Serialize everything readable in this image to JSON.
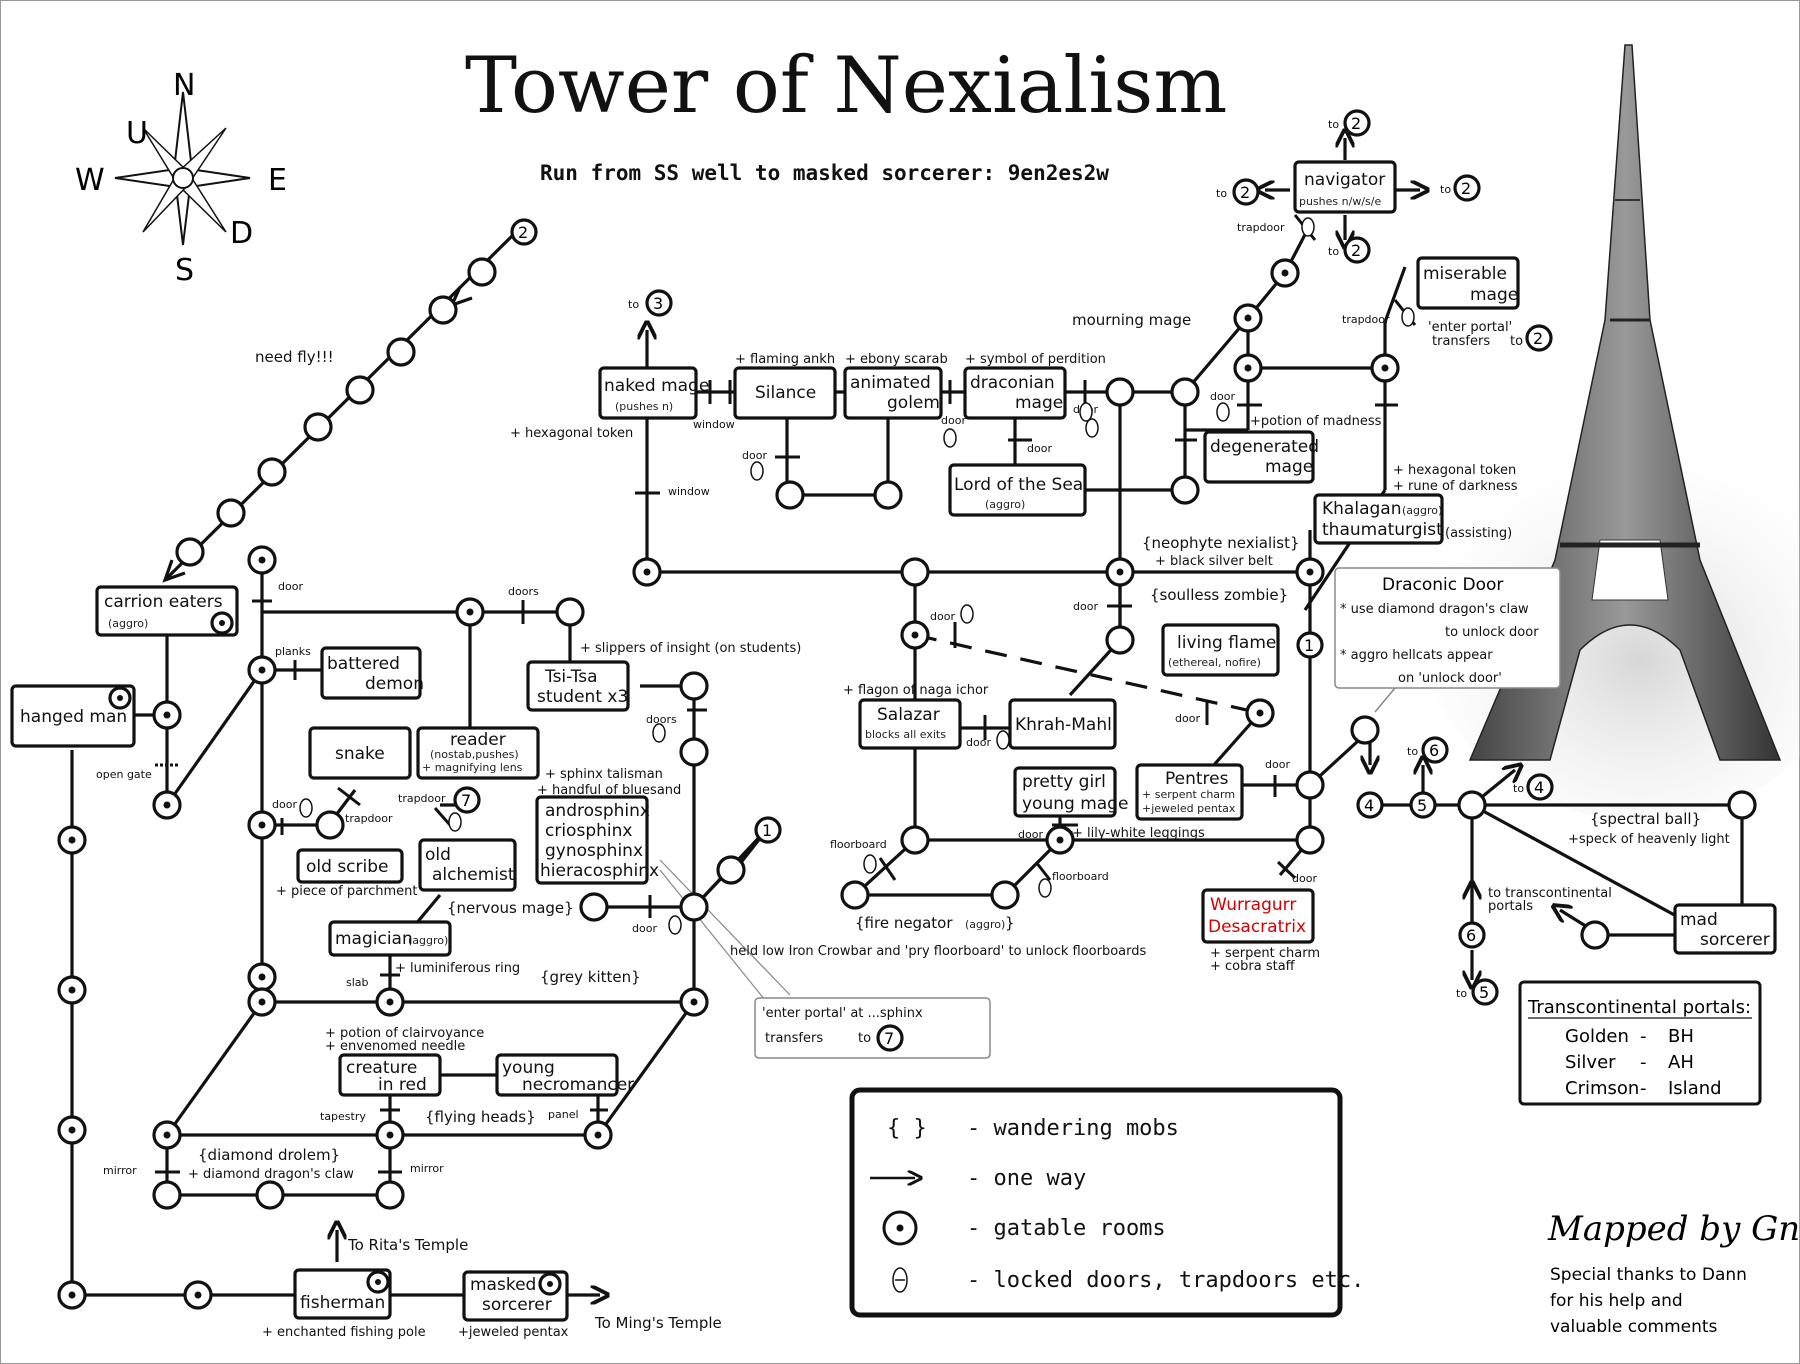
{
  "title": "Tower of Nexialism",
  "subtitle": "Run from SS well to masked sorcerer: 9en2es2w",
  "compass": {
    "n": "N",
    "s": "S",
    "e": "E",
    "w": "W",
    "u": "U",
    "d": "D"
  },
  "rooms": {
    "navigator": {
      "label": "navigator",
      "sub": "pushes n/w/s/e"
    },
    "miserable_mage": {
      "label1": "miserable",
      "label2": "mage"
    },
    "naked_mage": {
      "label": "naked mage",
      "sub": "(pushes n)"
    },
    "silance": {
      "label": "Silance"
    },
    "animated_golem": {
      "label1": "animated",
      "label2": "golem"
    },
    "draconian_mage": {
      "label1": "draconian",
      "label2": "mage"
    },
    "lord_of_the_sea": {
      "label": "Lord of the Sea",
      "sub": "(aggro)"
    },
    "degenerated_mage": {
      "label1": "degenerated",
      "label2": "mage"
    },
    "khalagan": {
      "label1": "Khalagan",
      "sub": "(aggro)",
      "label2": "thaumaturgist"
    },
    "carrion_eaters": {
      "label": "carrion eaters",
      "sub": "(aggro)"
    },
    "hanged_man": {
      "label": "hanged man"
    },
    "battered_demon": {
      "label1": "battered",
      "label2": "demon"
    },
    "tsi_tsa": {
      "label1": "Tsi-Tsa",
      "label2": "student x3"
    },
    "snake": {
      "label": "snake"
    },
    "reader": {
      "label": "reader",
      "sub1": "(nostab,pushes)",
      "sub2": "+ magnifying lens"
    },
    "old_scribe": {
      "label": "old scribe"
    },
    "old_alchemist": {
      "label1": "old",
      "label2": "alchemist"
    },
    "sphinxes": {
      "l1": "androsphinx",
      "l2": "criosphinx",
      "l3": "gynosphinx",
      "l4": "hieracosphinx"
    },
    "magician": {
      "label": "magician",
      "sub": "(aggro)"
    },
    "creature_in_red": {
      "label1": "creature",
      "label2": "in red"
    },
    "young_necromancer": {
      "label1": "young",
      "label2": "necromancer"
    },
    "fisherman": {
      "label": "fisherman"
    },
    "masked_sorcerer": {
      "label1": "masked",
      "label2": "sorcerer"
    },
    "living_flame": {
      "label": "living flame",
      "sub": "(ethereal, nofire)"
    },
    "salazar": {
      "label": "Salazar",
      "sub": "blocks all exits"
    },
    "khrah_mahl": {
      "label": "Khrah-Mahl"
    },
    "pretty_girl": {
      "label1": "pretty girl",
      "label2": "young mage"
    },
    "pentres": {
      "label": "Pentres",
      "sub1": "+ serpent charm",
      "sub2": "+jeweled pentax"
    },
    "wurragurr": {
      "label1": "Wurragurr",
      "label2": "Desacratrix",
      "color": "#d40000"
    },
    "mad_sorcerer": {
      "label1": "mad",
      "label2": "sorcerer"
    }
  },
  "notes": {
    "need_fly": "need fly!!!",
    "mourning_mage": "mourning mage",
    "flaming_ankh": "+ flaming ankh",
    "ebony_scarab": "+ ebony scarab",
    "symbol_perdition": "+ symbol of perdition",
    "hexagonal_token": "+ hexagonal token",
    "potion_madness": "+potion of madness",
    "hex_token2": "+ hexagonal token",
    "rune_darkness": "+ rune of darkness",
    "assisting": "(assisting)",
    "enter_portal_a": "'enter portal'",
    "enter_portal_b": "transfers",
    "enter_portal_c": "to",
    "neophyte": "{neophyte nexialist}",
    "black_belt": "+ black silver belt",
    "soulless": "{soulless zombie}",
    "slippers": "+ slippers of insight (on students)",
    "flagon": "+ flagon of naga ichor",
    "sphinx_talisman": "+ sphinx talisman",
    "bluesand": "+ handful of bluesand",
    "parchment": "+ piece of parchment",
    "nervous_mage": "{nervous mage}",
    "luminiferous": "+ luminiferous ring",
    "grey_kitten": "{grey kitten}",
    "crowbar": "held low Iron Crowbar and 'pry floorboard' to unlock floorboards",
    "lily_leggings": "+ lily-white leggings",
    "fire_negator": "{fire negator",
    "fire_aggro": "(aggro)",
    "fire_close": "}",
    "serpent_charm": "+ serpent charm",
    "cobra_staff": "+ cobra staff",
    "spectral_ball": "{spectral ball}",
    "speck": "+speck of heavenly light",
    "to_transcontinental1": "to transcontinental",
    "to_transcontinental2": "portals",
    "clairvoyance": "+ potion of clairvoyance",
    "envenomed": "+ envenomed needle",
    "flying_heads": "{flying heads}",
    "diamond_drolem": "{diamond drolem}",
    "diamond_claw": "+ diamond dragon's claw",
    "to_rita": "To Rita's Temple",
    "to_ming": "To Ming's Temple",
    "fishing_pole": "+ enchanted fishing pole",
    "jeweled_pentax": "+jeweled pentax"
  },
  "exit_labels": {
    "door": "door",
    "doors": "doors",
    "trapdoor": "trapdoor",
    "window": "window",
    "planks": "planks",
    "open_gate": "open gate",
    "floorboard": "floorboard",
    "slab": "slab",
    "tapestry": "tapestry",
    "panel": "panel",
    "mirror": "mirror",
    "to": "to"
  },
  "portal_numbers": [
    "1",
    "2",
    "3",
    "4",
    "5",
    "6",
    "7"
  ],
  "draconic_door": {
    "title": "Draconic Door",
    "line1": "* use diamond dragon's claw",
    "line2": "to unlock door",
    "line3": "* aggro hellcats appear",
    "line4": "on 'unlock door'"
  },
  "sphinx_portal": {
    "line1": "'enter portal' at ...sphinx",
    "line2": "transfers",
    "line3": "to"
  },
  "legend": {
    "wandering_symbol": "{ }",
    "wandering": "- wandering mobs",
    "one_way": "- one way",
    "gatable": "- gatable rooms",
    "locked": "- locked doors, trapdoors etc."
  },
  "portals_box": {
    "title": "Transcontinental portals:",
    "rows": [
      {
        "name": "Golden",
        "dash": "-",
        "dest": "BH"
      },
      {
        "name": "Silver",
        "dash": "-",
        "dest": "AH"
      },
      {
        "name": "Crimson",
        "dash": "-",
        "dest": "Island"
      }
    ]
  },
  "credits": {
    "mapped_by": "Mapped by Gnu",
    "line1": "Special thanks to Dann",
    "line2": "for his help and",
    "line3": "valuable comments"
  }
}
